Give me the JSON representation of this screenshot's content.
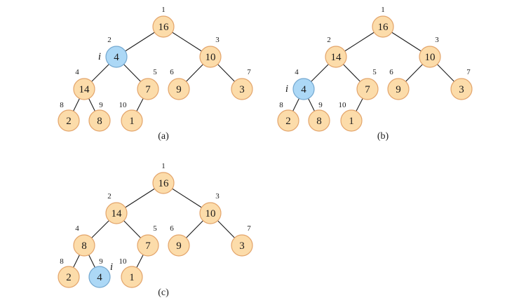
{
  "colors": {
    "node_fill": "#fcdcaa",
    "node_stroke": "#e3a46a",
    "highlight_fill": "#acd8f6",
    "highlight_stroke": "#74a8d0",
    "edge": "#1a1a1a"
  },
  "edges": [
    [
      1,
      2
    ],
    [
      1,
      3
    ],
    [
      2,
      4
    ],
    [
      2,
      5
    ],
    [
      3,
      6
    ],
    [
      3,
      7
    ],
    [
      4,
      8
    ],
    [
      4,
      9
    ],
    [
      5,
      10
    ]
  ],
  "panels": [
    {
      "caption": "(a)",
      "pointer_label": "i",
      "highlight_index": 2,
      "nodes": [
        {
          "index": "1",
          "value": "16"
        },
        {
          "index": "2",
          "value": "4"
        },
        {
          "index": "3",
          "value": "10"
        },
        {
          "index": "4",
          "value": "14"
        },
        {
          "index": "5",
          "value": "7"
        },
        {
          "index": "6",
          "value": "9"
        },
        {
          "index": "7",
          "value": "3"
        },
        {
          "index": "8",
          "value": "2"
        },
        {
          "index": "9",
          "value": "8"
        },
        {
          "index": "10",
          "value": "1"
        }
      ]
    },
    {
      "caption": "(b)",
      "pointer_label": "i",
      "highlight_index": 4,
      "nodes": [
        {
          "index": "1",
          "value": "16"
        },
        {
          "index": "2",
          "value": "14"
        },
        {
          "index": "3",
          "value": "10"
        },
        {
          "index": "4",
          "value": "4"
        },
        {
          "index": "5",
          "value": "7"
        },
        {
          "index": "6",
          "value": "9"
        },
        {
          "index": "7",
          "value": "3"
        },
        {
          "index": "8",
          "value": "2"
        },
        {
          "index": "9",
          "value": "8"
        },
        {
          "index": "10",
          "value": "1"
        }
      ]
    },
    {
      "caption": "(c)",
      "pointer_label": "i",
      "highlight_index": 9,
      "nodes": [
        {
          "index": "1",
          "value": "16"
        },
        {
          "index": "2",
          "value": "14"
        },
        {
          "index": "3",
          "value": "10"
        },
        {
          "index": "4",
          "value": "8"
        },
        {
          "index": "5",
          "value": "7"
        },
        {
          "index": "6",
          "value": "9"
        },
        {
          "index": "7",
          "value": "3"
        },
        {
          "index": "8",
          "value": "2"
        },
        {
          "index": "9",
          "value": "4"
        },
        {
          "index": "10",
          "value": "1"
        }
      ]
    }
  ]
}
